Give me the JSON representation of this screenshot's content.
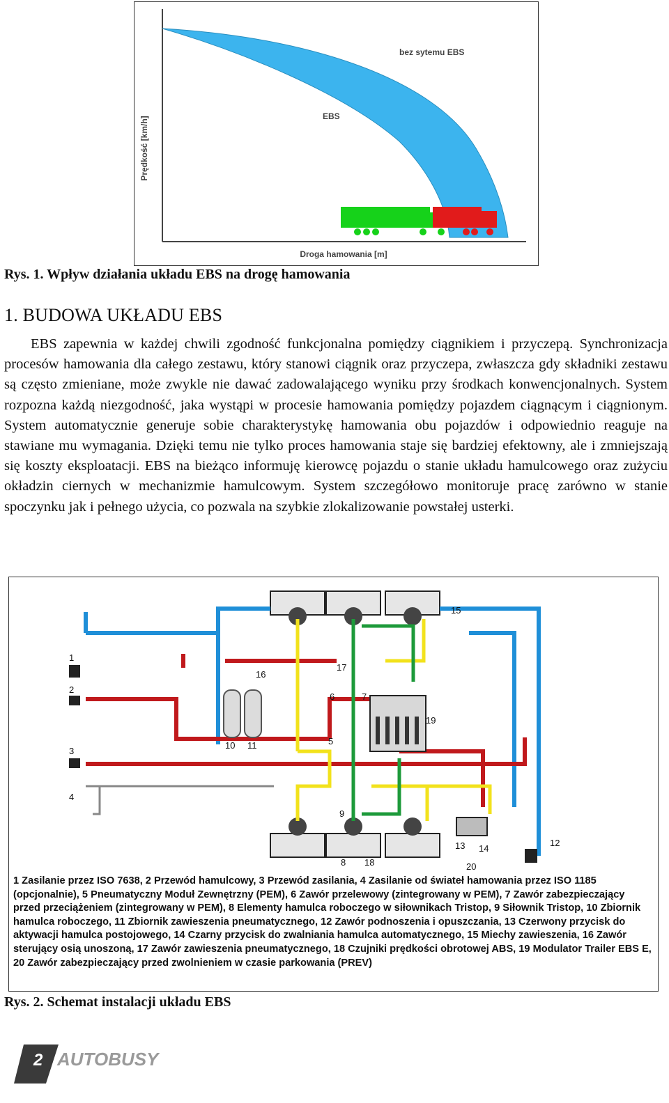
{
  "figure1": {
    "y_axis_label": "Prędkość [km/h]",
    "x_axis_label": "Droga hamowania [m]",
    "label_without": "bez sytemu EBS",
    "label_with": "EBS"
  },
  "caption1": "Rys. 1. Wpływ działania układu EBS na drogę hamowania",
  "section_heading": "1.  BUDOWA UKŁADU EBS",
  "paragraph": "EBS zapewnia w każdej chwili zgodność funkcjonalna pomiędzy ciągnikiem i przyczepą. Synchronizacja procesów hamowania dla całego zestawu, który stanowi ciągnik oraz przyczepa, zwłaszcza gdy składniki zestawu są często zmieniane, może zwykle nie dawać zadowalającego wyniku przy środkach konwencjonalnych. System rozpozna każdą niezgodność, jaka wystąpi w procesie hamowania pomiędzy pojazdem ciągnącym i ciągnionym. System automatycznie generuje sobie charakterystykę hamowania obu pojazdów i odpowiednio reaguje na stawiane mu wymagania. Dzięki temu nie tylko proces hamowania staje się bardziej efektowny, ale i zmniejszają się koszty eksploatacji. EBS na bieżąco informuję kierowcę pojazdu o stanie układu hamulcowego oraz zużyciu okładzin ciernych w mechanizmie hamulcowym.  System szczegółowo monitoruje pracę zarówno w stanie spoczynku jak i pełnego użycia, co pozwala na szybkie zlokalizowanie powstałej usterki.",
  "figure2": {
    "numbers": [
      "1",
      "2",
      "3",
      "4",
      "5",
      "6",
      "7",
      "8",
      "9",
      "10",
      "11",
      "12",
      "13",
      "14",
      "15",
      "16",
      "17",
      "18",
      "19",
      "20"
    ],
    "legend": "1 Zasilanie przez ISO 7638, 2 Przewód hamulcowy, 3 Przewód zasilania, 4 Zasilanie od świateł hamowania przez ISO 1185 (opcjonalnie), 5 Pneumatyczny Moduł Zewnętrzny (PEM), 6 Zawór przelewowy (zintegrowany w PEM), 7 Zawór zabezpieczający przed przeciążeniem (zintegrowany w PEM), 8 Elementy hamulca roboczego w siłownikach Tristop, 9 Siłownik Tristop, 10 Zbiornik hamulca roboczego, 11 Zbiornik zawieszenia pneumatycznego, 12 Zawór podnoszenia i opuszczania, 13 Czerwony przycisk do aktywacji hamulca postojowego, 14 Czarny przycisk do zwalniania hamulca automatycznego, 15 Miechy zawieszenia, 16 Zawór sterujący osią unoszoną, 17 Zawór zawieszenia pneumatycznego, 18 Czujniki prędkości obrotowej ABS, 19 Modulator Trailer EBS E, 20 Zawór zabezpieczający przed zwolnieniem w czasie parkowania (PREV)"
  },
  "caption2": "Rys. 2. Schemat instalacji układu EBS",
  "footer": {
    "page_number": "2",
    "brand": "AUTOBUSY"
  },
  "colors": {
    "curve_fill": "#3cb4ee",
    "truck_green": "#16d21a",
    "truck_red": "#e11b1b",
    "line_blue": "#1f8fd8",
    "line_red": "#c0191c",
    "line_yellow": "#f2e21c",
    "line_green": "#1d9a3a",
    "footer_dark": "#3a3a3a",
    "footer_brand": "#9a9a9a"
  }
}
